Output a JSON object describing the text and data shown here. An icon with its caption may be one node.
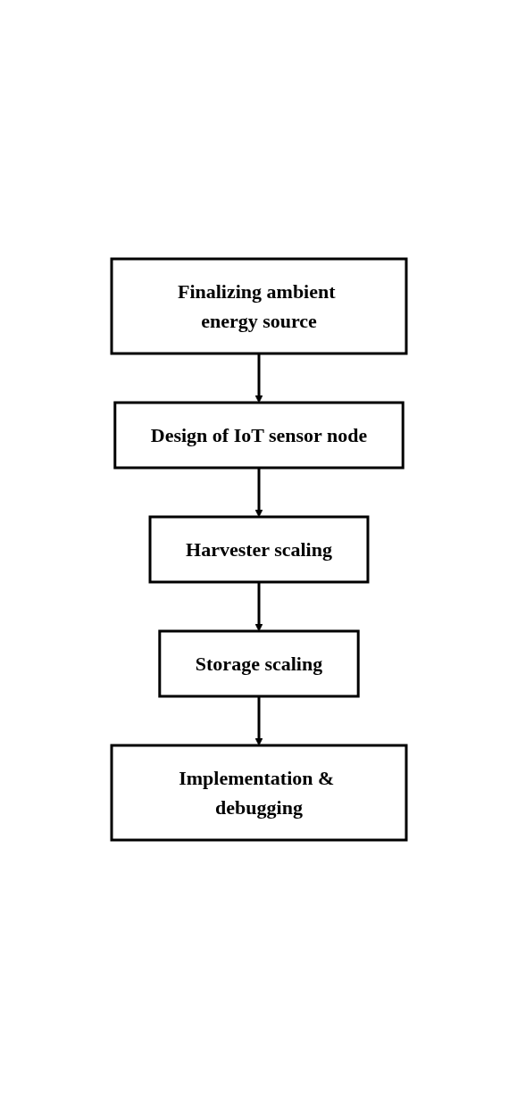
{
  "diagram": {
    "nodes": [
      {
        "text": [
          "Finalizing ambient energy source"
        ]
      },
      {
        "text": [
          "Design of IoT sensor node"
        ]
      },
      {
        "text": [
          "Harvester scaling"
        ]
      },
      {
        "text": [
          "Storage scaling"
        ]
      },
      {
        "text": [
          "Implementation & debugging"
        ]
      }
    ],
    "edges": [
      {
        "from": 0,
        "to": 1,
        "arrow": "to"
      },
      {
        "from": 1,
        "to": 2,
        "arrow": "to"
      },
      {
        "from": 2,
        "to": 3,
        "arrow": "to"
      },
      {
        "from": 3,
        "to": 4,
        "arrow": "to"
      }
    ]
  }
}
